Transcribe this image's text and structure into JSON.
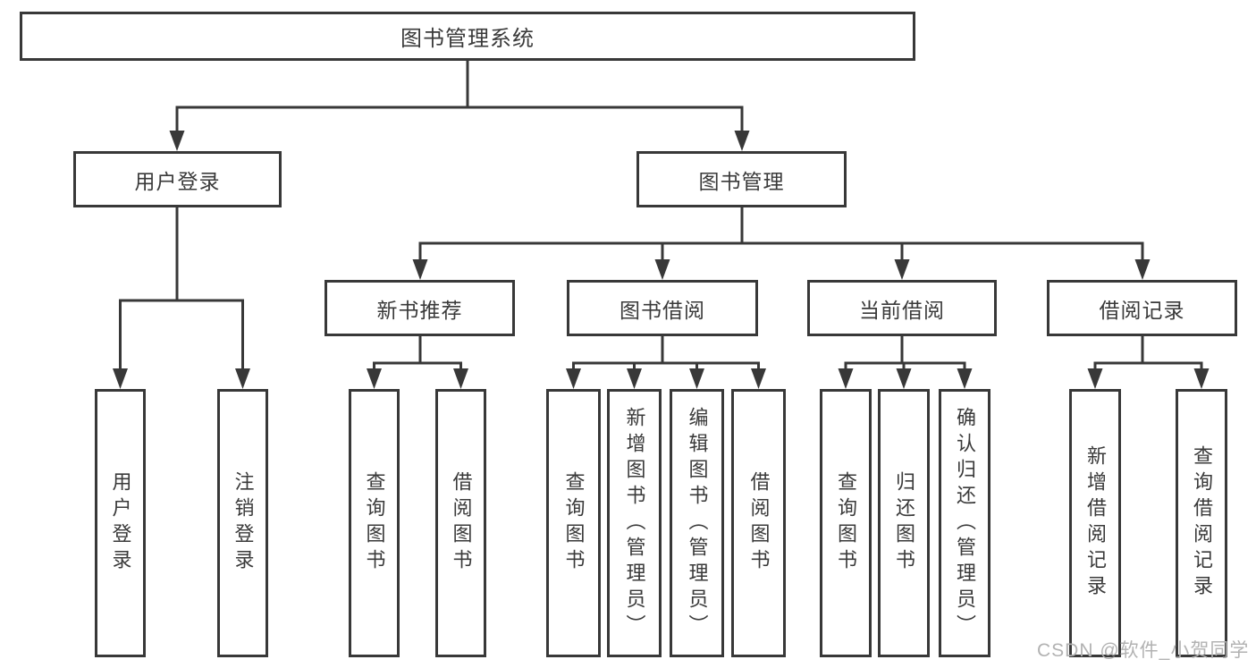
{
  "diagram": {
    "root": {
      "label": "图书管理系统"
    },
    "level2": {
      "user_login": {
        "label": "用户登录"
      },
      "book_management": {
        "label": "图书管理"
      }
    },
    "level3": {
      "new_book_recommend": {
        "label": "新书推荐"
      },
      "book_borrowing": {
        "label": "图书借阅"
      },
      "current_borrowing": {
        "label": "当前借阅"
      },
      "borrow_records": {
        "label": "借阅记录"
      }
    },
    "leaves": {
      "user_login": [
        "用户登录",
        "注销登录"
      ],
      "new_book_recommend": [
        "查询图书",
        "借阅图书"
      ],
      "book_borrowing": [
        "查询图书",
        "新增图书（管理员）",
        "编辑图书（管理员）",
        "借阅图书"
      ],
      "current_borrowing": [
        "查询图书",
        "归还图书",
        "确认归还（管理员）"
      ],
      "borrow_records": [
        "新增借阅记录",
        "查询借阅记录"
      ]
    }
  },
  "watermark": "CSDN @软件_小贺同学",
  "colors": {
    "line": "#383838",
    "text": "#3a3a3a",
    "watermark": "#b2b2b2",
    "background": "#ffffff"
  }
}
